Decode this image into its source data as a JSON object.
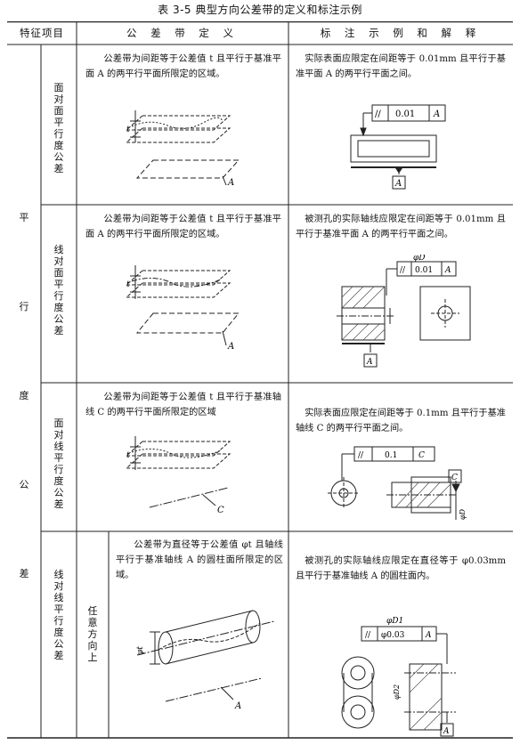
{
  "title": "表 3-5 典型方向公差带的定义和标注示例",
  "headers": {
    "feature": "特征项目",
    "definition": "公 差 带 定 义",
    "example": "标 注 示 例 和 解 释"
  },
  "category": [
    "平",
    "行",
    "度",
    "公",
    "差"
  ],
  "rows": [
    {
      "name": "面对面平行度公差",
      "definition": "公差带为间距等于公差值 t 且平行于基准平面 A 的两平行平面所限定的区域。",
      "example": "实际表面应限定在间距等于 0.01mm 且平行于基准平面 A 的两平行平面之间。",
      "fig_def": {
        "t": "t",
        "datum": "A"
      },
      "fig_ex": {
        "symbol": "//",
        "value": "0.01",
        "datum": "A"
      }
    },
    {
      "name": "线对面平行度公差",
      "definition": "公差带为间距等于公差值 t 且平行于基准平面 A 的两平行平面所限定的区域。",
      "example": "被测孔的实际轴线应限定在间距等于 0.01mm 且平行于基准平面 A 的两平行平面之间。",
      "fig_def": {
        "t": "t",
        "datum": "A"
      },
      "fig_ex": {
        "dim": "φD",
        "symbol": "//",
        "value": "0.01",
        "datum": "A"
      }
    },
    {
      "name": "面对线平行度公差",
      "definition": "公差带为间距等于公差值 t 且平行于基准轴线 C 的两平行平面所限定的区域",
      "example": "实际表面应限定在间距等于 0.1mm 且平行于基准轴线 C 的两平行平面之间。",
      "fig_def": {
        "t": "t",
        "datum": "C"
      },
      "fig_ex": {
        "symbol": "//",
        "value": "0.1",
        "datum": "C",
        "dim": "φD"
      }
    },
    {
      "name": "线对线平行度公差",
      "sub": "任意方向上",
      "definition": "公差带为直径等于公差值 φt 且轴线平行于基准轴线 A 的圆柱面所限定的区域。",
      "example": "被测孔的实际轴线应限定在直径等于 φ0.03mm 且平行于基准轴线 A 的圆柱面内。",
      "fig_def": {
        "t": "φt",
        "datum": "A"
      },
      "fig_ex": {
        "dim": "φD1",
        "dim2": "φD2",
        "symbol": "//",
        "value": "φ0.03",
        "datum": "A"
      }
    }
  ]
}
